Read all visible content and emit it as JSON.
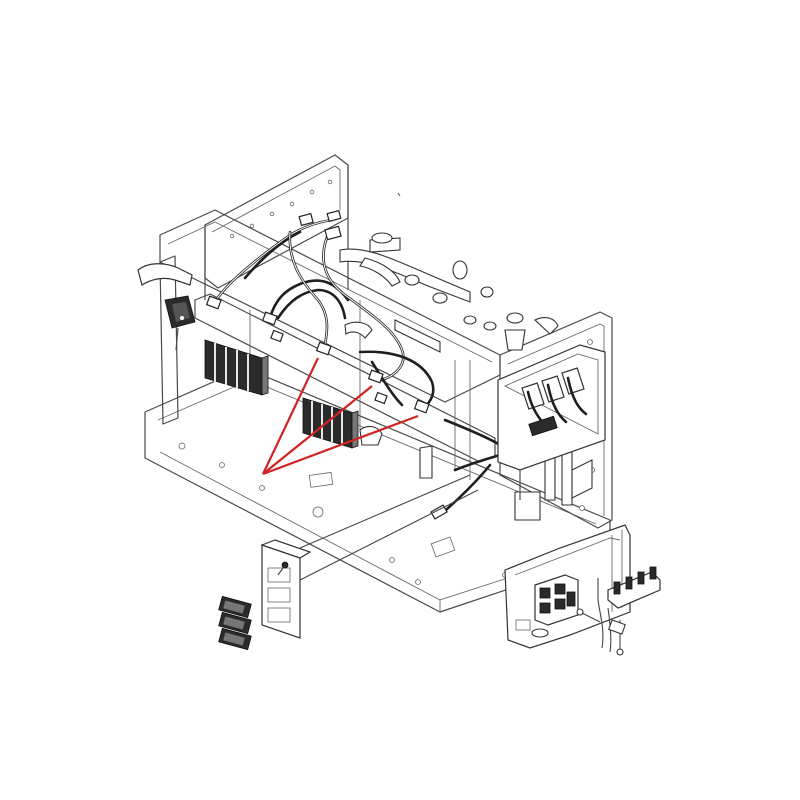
{
  "diagram": {
    "kind": "exploded-technical-drawing",
    "colors": {
      "line": "#4a4a4a",
      "harness": "#1f1f1f",
      "callout": "#d22222",
      "background": "#ffffff"
    },
    "parts": [
      "machine-frame",
      "wiring-harness",
      "pushbutton-keypads",
      "electrical-control-box",
      "switch-panel-bracket",
      "relay-box",
      "terminal-block"
    ],
    "callout_count": 3
  }
}
